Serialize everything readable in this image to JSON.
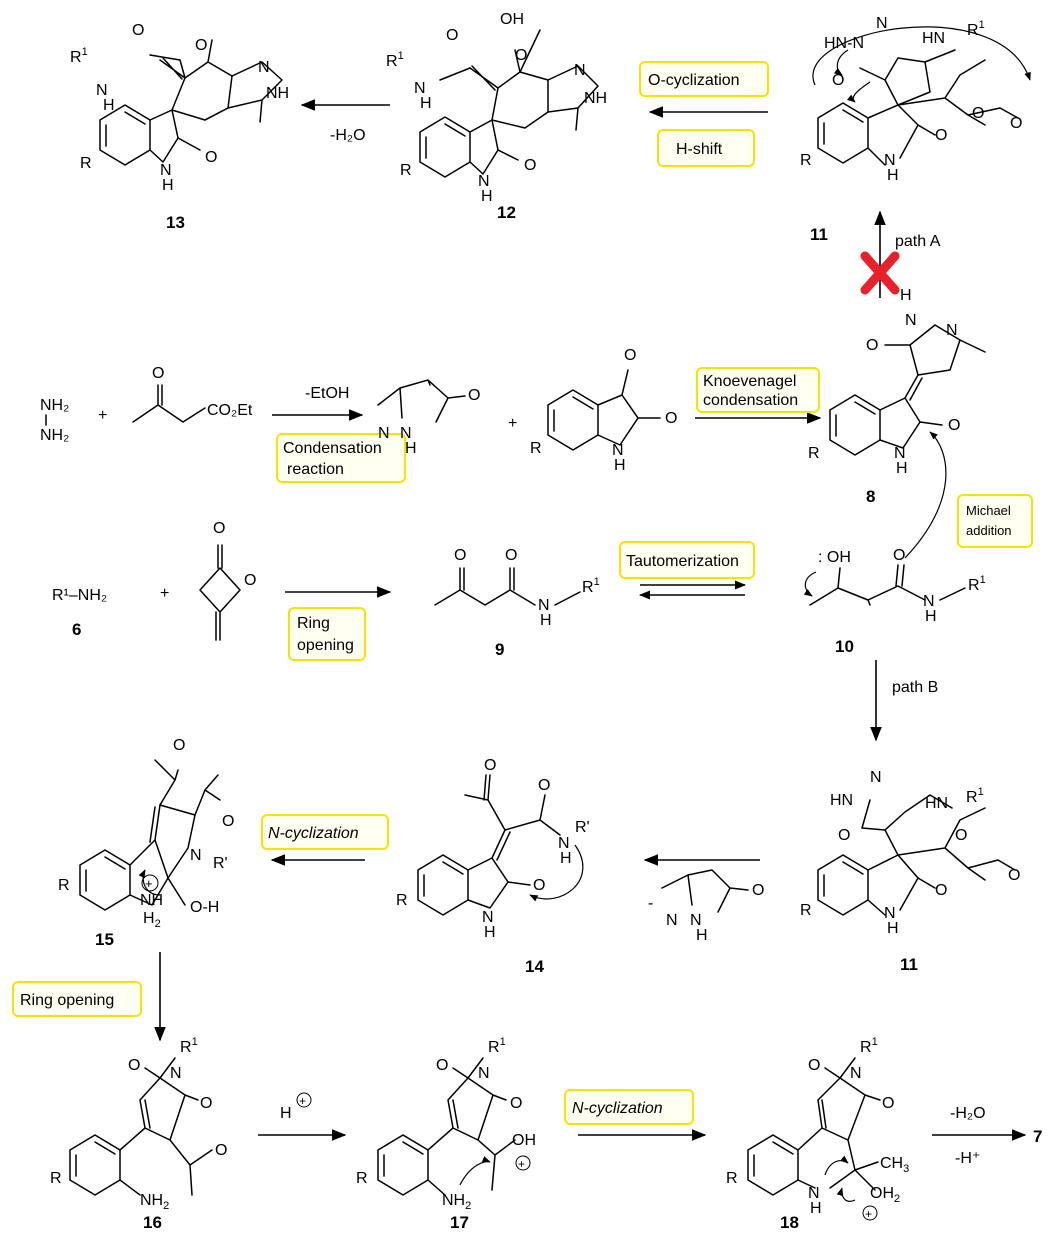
{
  "condition_boxes": {
    "o_cyclization": "O-cyclization",
    "h_shift": "H-shift",
    "knoevenagel_1": "Knoevenagel",
    "knoevenagel_2": "condensation",
    "condensation_1": "Condensation",
    "condensation_2": "reaction",
    "michael_1": "Michael",
    "michael_2": "addition",
    "tautomerization": "Tautomerization",
    "ring_opening_1": "Ring",
    "ring_opening_2": "opening",
    "n_cyclization_1": "N-cyclization",
    "ring_opening_b": "Ring opening",
    "n_cyclization_2": "N-cyclization"
  },
  "arrow_labels": {
    "minus_water_13": "-H₂O",
    "minus_etoh": "-EtOH",
    "path_a": "path A",
    "path_b": "path B",
    "proton": "H",
    "final_water": "-H₂O",
    "final_proton": "-H⁺",
    "product_7": "7"
  },
  "compound_numbers": {
    "c6": "6",
    "c8": "8",
    "c9": "9",
    "c10": "10",
    "c11_top": "11",
    "c11_bottom": "11",
    "c12": "12",
    "c13": "13",
    "c14": "14",
    "c15": "15",
    "c16": "16",
    "c17": "17",
    "c18": "18"
  },
  "reagents": {
    "hydrazine_1": "NH₂",
    "hydrazine_2": "NH₂",
    "plus": "+",
    "ester": "CO₂Et",
    "amine": "R¹–NH₂"
  },
  "colors": {
    "box_border": "#f2e600",
    "blocked_mark": "#e8202a",
    "ink": "#000000"
  }
}
